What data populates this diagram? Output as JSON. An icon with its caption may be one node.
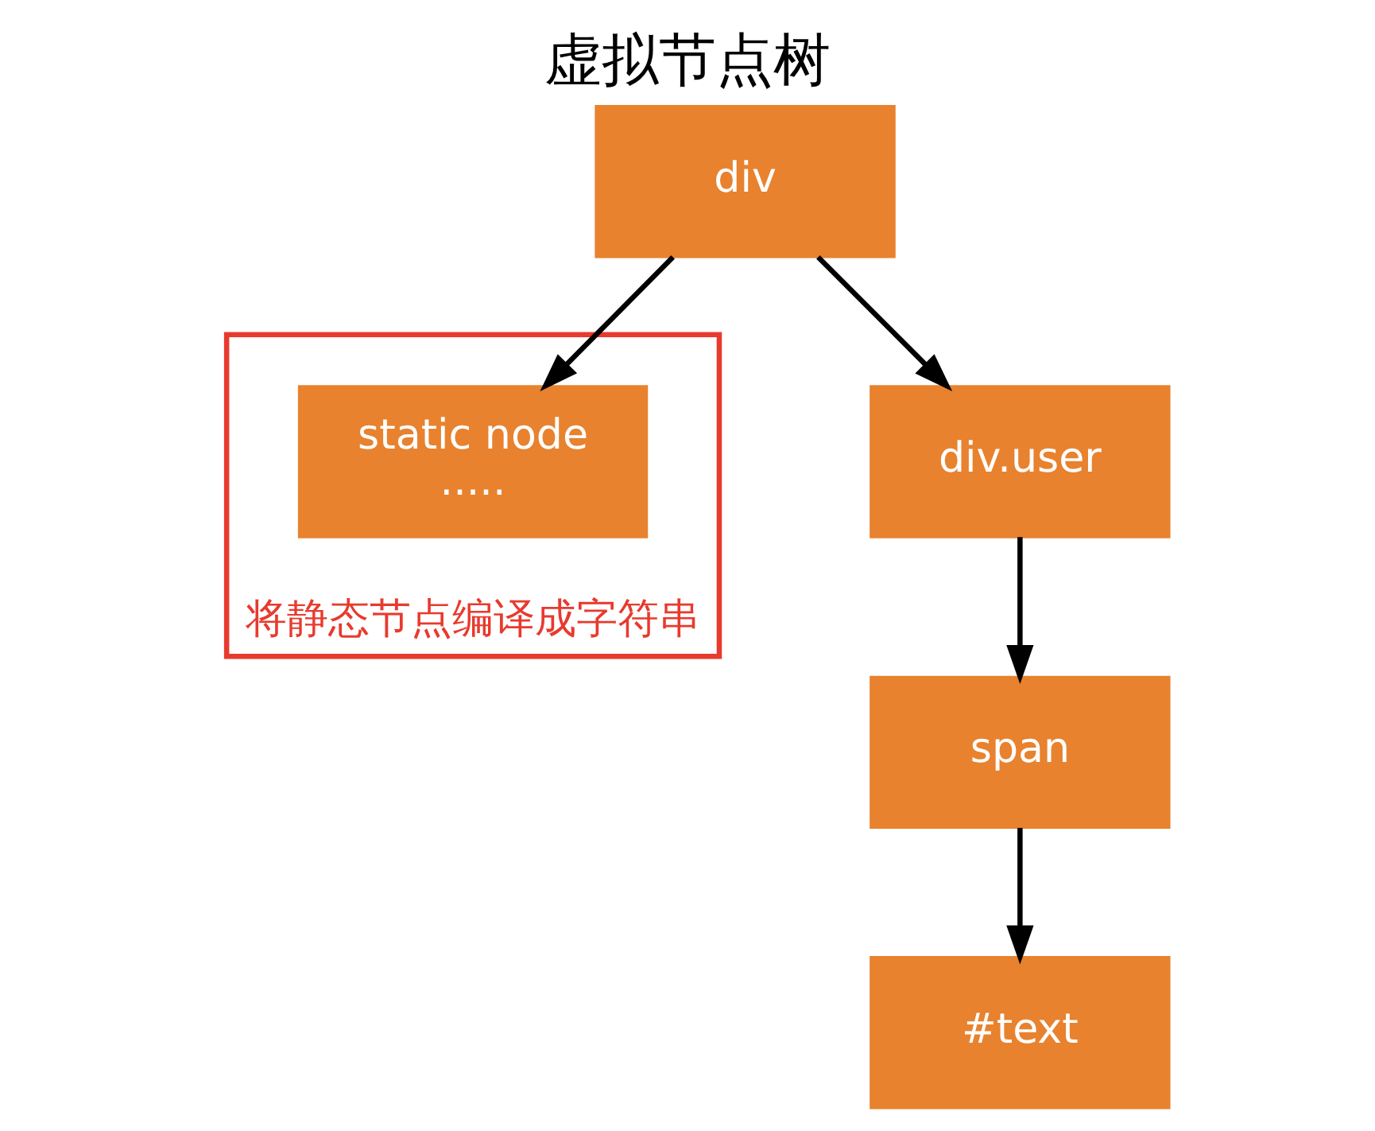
{
  "diagram": {
    "title": "虚拟节点树",
    "nodes": [
      {
        "text": [
          "div"
        ]
      },
      {
        "text": [
          "将静态节点编译成字符串"
        ]
      },
      {
        "text": [
          "static node",
          "....."
        ],
        "in": 1
      },
      {
        "text": [
          "div.user"
        ]
      },
      {
        "text": [
          "span"
        ]
      },
      {
        "text": [
          "#text"
        ]
      }
    ],
    "edges": [
      {
        "from": 0,
        "to": 2,
        "arrow": "to"
      },
      {
        "from": 0,
        "to": 3,
        "arrow": "to"
      },
      {
        "from": 3,
        "to": 4,
        "arrow": "to"
      },
      {
        "from": 4,
        "to": 5,
        "arrow": "to"
      }
    ]
  }
}
